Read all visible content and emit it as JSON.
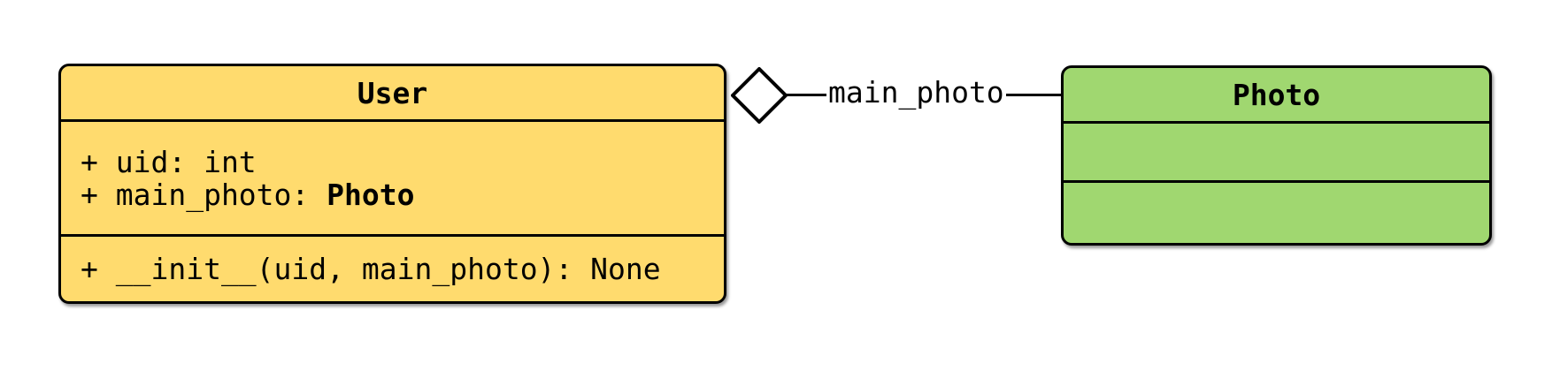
{
  "diagram": {
    "kind": "uml-class-diagram",
    "user": {
      "title": "User",
      "attributes": [
        "+ uid: int"
      ],
      "attr_main_photo_prefix": "+ main_photo: ",
      "attr_main_photo_type": "Photo",
      "methods": [
        "+ __init__(uid, main_photo): None"
      ],
      "fill": "#FFDB6E"
    },
    "photo": {
      "title": "Photo",
      "attributes": [],
      "methods": [],
      "fill": "#A0D770"
    },
    "relationship": {
      "from": "User",
      "to": "Photo",
      "type": "aggregation",
      "label": "main_photo"
    },
    "colors": {
      "stroke": "#000000",
      "background": "#FFFFFF",
      "user_fill": "#FFDB6E",
      "photo_fill": "#A0D770"
    }
  }
}
